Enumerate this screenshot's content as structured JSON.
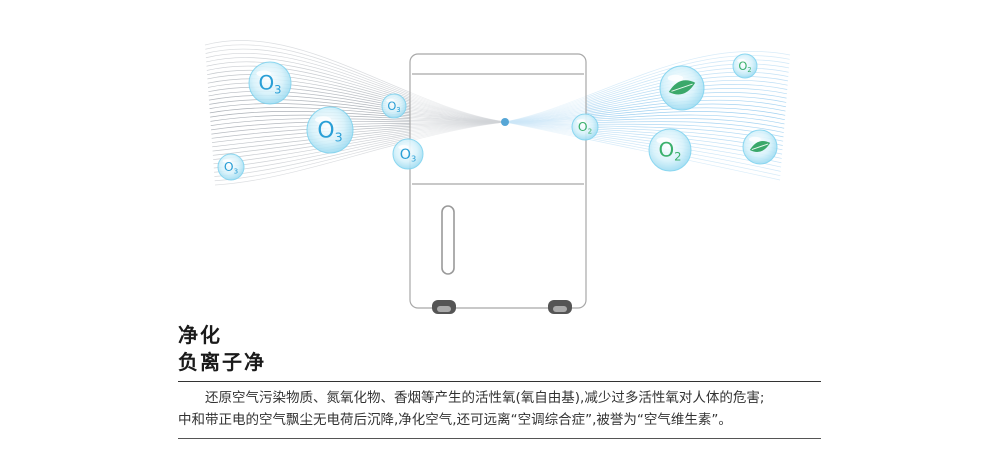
{
  "colors": {
    "bubble_fill": "#cdeefa",
    "bubble_edge": "#7fd3ef",
    "o3_text": "#2a9fd6",
    "o2_text": "#3ab06c",
    "leaf": "#3aa86a",
    "polluted_stream": "#9aa0a8",
    "clean_stream": "#8ec8ee",
    "body_outline": "#999999"
  },
  "bubbles": [
    {
      "label": "O3",
      "kind": "o3"
    },
    {
      "label": "O3",
      "kind": "o3"
    },
    {
      "label": "O3",
      "kind": "o3"
    },
    {
      "label": "O3",
      "kind": "o3"
    },
    {
      "label": "O3",
      "kind": "o3"
    },
    {
      "label": "O2",
      "kind": "o2"
    },
    {
      "label": "O2",
      "kind": "o2"
    },
    {
      "label": "O2",
      "kind": "o2"
    }
  ],
  "text": {
    "title_line1": "净化",
    "title_line2": "负离子净",
    "desc_line1": "还原空气污染物质、氮氧化物、香烟等产生的活性氧(氧自由基),减少过多活性氧对人体的危害;",
    "desc_line2": "中和带正电的空气飘尘无电荷后沉降,净化空气,还可远离“空调综合症”,被誉为“空气维生素”。"
  }
}
